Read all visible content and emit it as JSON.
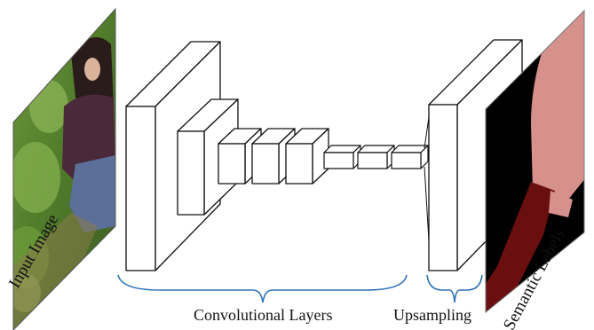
{
  "labels": {
    "input_image": "Input Image",
    "convolutional_layers": "Convolutional Layers",
    "upsampling": "Upsampling",
    "semantic_labels": "Semantic Labels"
  },
  "colors": {
    "layer_stroke": "#111111",
    "layer_fill": "#ffffff",
    "brace": "#2e73b8",
    "label_black": "#000000",
    "label_pink": "#d7918c",
    "label_red": "#6a0f10",
    "photo_foliage": "#4f7a2a",
    "photo_shirt": "#4a2a3a",
    "photo_jeans": "#5b6f9a"
  }
}
